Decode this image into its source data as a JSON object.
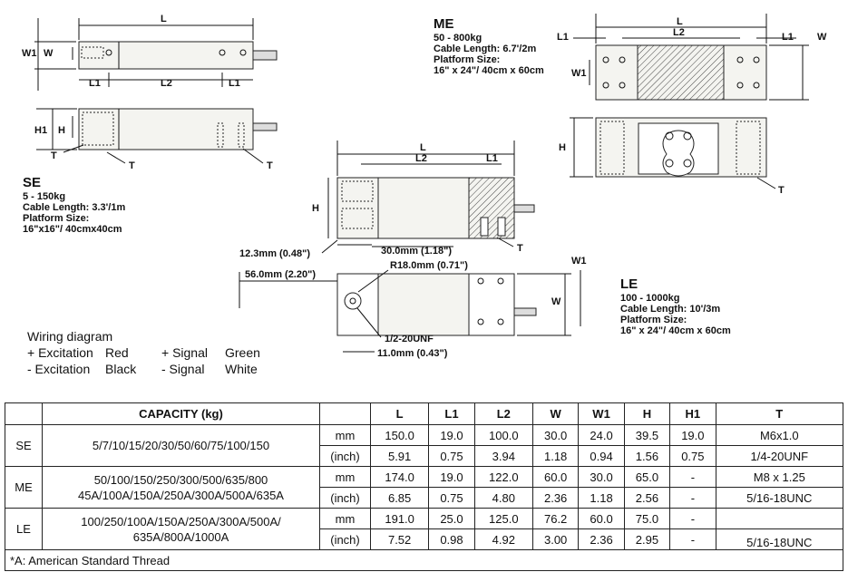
{
  "se": {
    "title": "SE",
    "capacity": "5 - 150kg",
    "cable": "Cable Length: 3.3'/1m",
    "platform_label": "Platform Size:",
    "platform": "16\"x16\"/ 40cmx40cm",
    "dims": {
      "L": "L",
      "L1": "L1",
      "L2": "L2",
      "W": "W",
      "W1": "W1",
      "H": "H",
      "H1": "H1",
      "T": "T"
    }
  },
  "me": {
    "title": "ME",
    "capacity": "50 - 800kg",
    "cable": "Cable Length: 6.7'/2m",
    "platform_label": "Platform Size:",
    "platform": "16\" x 24\"/ 40cm x 60cm",
    "dims": {
      "L": "L",
      "L1": "L1",
      "L2": "L2",
      "W": "W",
      "W1": "W1",
      "H": "H",
      "T": "T"
    }
  },
  "le": {
    "title": "LE",
    "capacity": "100 - 1000kg",
    "cable": "Cable Length: 10'/3m",
    "platform_label": "Platform Size:",
    "platform": "16\" x 24\"/ 40cm x 60cm",
    "dims": {
      "L": "L",
      "L1": "L1",
      "L2": "L2",
      "W": "W",
      "W1": "W1",
      "H": "H",
      "T": "T",
      "d1": "12.3mm (0.48\")",
      "d2": "30.0mm (1.18\")",
      "d3": "56.0mm (2.20\")",
      "d4": "R18.0mm (0.71\")",
      "d5": "1/2-20UNF",
      "d6": "11.0mm (0.43\")"
    }
  },
  "wiring": {
    "title": "Wiring diagram",
    "rows": [
      [
        "+ Excitation",
        "Red",
        "+ Signal",
        "Green"
      ],
      [
        "- Excitation",
        "Black",
        "- Signal",
        "White"
      ]
    ]
  },
  "table": {
    "headers": [
      "CAPACITY (kg)",
      "L",
      "L1",
      "L2",
      "W",
      "W1",
      "H",
      "H1",
      "T"
    ],
    "models": [
      {
        "model": "SE",
        "capacity": [
          "5/7/10/15/20/30/50/60/75/100/150"
        ],
        "rows": [
          {
            "unit": "mm",
            "values": [
              "150.0",
              "19.0",
              "100.0",
              "30.0",
              "24.0",
              "39.5",
              "19.0"
            ],
            "t": "M6x1.0"
          },
          {
            "unit": "(inch)",
            "values": [
              "5.91",
              "0.75",
              "3.94",
              "1.18",
              "0.94",
              "1.56",
              "0.75"
            ],
            "t": "1/4-20UNF"
          }
        ]
      },
      {
        "model": "ME",
        "capacity": [
          "50/100/150/250/300/500/635/800",
          "45A/100A/150A/250A/300A/500A/635A"
        ],
        "rows": [
          {
            "unit": "mm",
            "values": [
              "174.0",
              "19.0",
              "122.0",
              "60.0",
              "30.0",
              "65.0",
              "-"
            ],
            "t": "M8 x 1.25"
          },
          {
            "unit": "(inch)",
            "values": [
              "6.85",
              "0.75",
              "4.80",
              "2.36",
              "1.18",
              "2.56",
              "-"
            ],
            "t": "5/16-18UNC"
          }
        ]
      },
      {
        "model": "LE",
        "capacity": [
          "100/250/100A/150A/250A/300A/500A/",
          "635A/800A/1000A"
        ],
        "rows": [
          {
            "unit": "mm",
            "values": [
              "191.0",
              "25.0",
              "125.0",
              "76.2",
              "60.0",
              "75.0",
              "-"
            ],
            "t": ""
          },
          {
            "unit": "(inch)",
            "values": [
              "7.52",
              "0.98",
              "4.92",
              "3.00",
              "2.36",
              "2.95",
              "-"
            ],
            "t": "5/16-18UNC"
          }
        ]
      }
    ],
    "note": "*A: American Standard Thread"
  }
}
